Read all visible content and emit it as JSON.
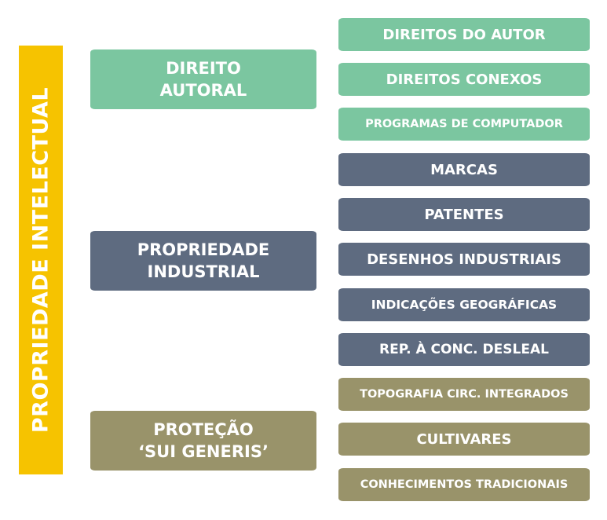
{
  "root": "PROPRIEDADE INTELECTUAL",
  "categories": [
    {
      "label_line1": "DIREITO",
      "label_line2": "AUTORAL",
      "color": "#7BC6A0",
      "items": [
        "DIREITOS DO AUTOR",
        "DIREITOS CONEXOS",
        "PROGRAMAS DE COMPUTADOR"
      ]
    },
    {
      "label_line1": "PROPRIEDADE",
      "label_line2": "INDUSTRIAL",
      "color": "#5E6B80",
      "items": [
        "MARCAS",
        "PATENTES",
        "DESENHOS INDUSTRIAIS",
        "INDICAÇÕES GEOGRÁFICAS",
        "REP. À CONC. DESLEAL"
      ]
    },
    {
      "label_line1": "PROTEÇÃO",
      "label_line2": "‘SUI GENERIS’",
      "color": "#99936A",
      "items": [
        "TOPOGRAFIA CIRC. INTEGRADOS",
        "CULTIVARES",
        "CONHECIMENTOS TRADICIONAIS"
      ]
    }
  ]
}
